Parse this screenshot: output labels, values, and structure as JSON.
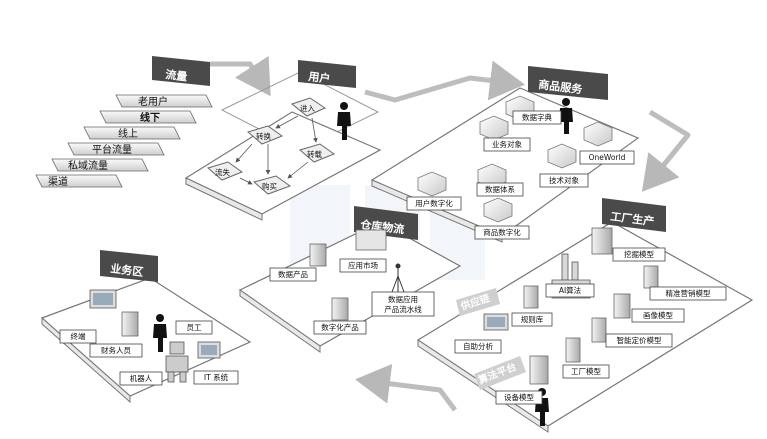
{
  "flow_block": {
    "header": "流量",
    "stripes": [
      "老用户",
      "线下",
      "线上",
      "平台流量",
      "私域流量",
      "渠道"
    ]
  },
  "user_block": {
    "header": "用户",
    "nodes": [
      "进入",
      "转换",
      "转载",
      "流失",
      "购买"
    ]
  },
  "goods_block": {
    "header": "商品服务",
    "items": [
      "数据字典",
      "业务对象",
      "OneWorld",
      "数据体系",
      "技术对象",
      "用户数字化",
      "商品数字化"
    ]
  },
  "factory_block": {
    "header": "工厂生产",
    "items": [
      "挖掘模型",
      "精准营销模型",
      "画像模型",
      "智能定价模型",
      "AI算法",
      "规则库",
      "自助分析",
      "工厂模型",
      "设备模型"
    ]
  },
  "warehouse_block": {
    "header": "仓库物流",
    "items": [
      "数据产品",
      "应用市场",
      "数据应用\n产品流水线",
      "数字化产品"
    ]
  },
  "business_block": {
    "header": "业务区",
    "items": [
      "终端",
      "员工",
      "财务人员",
      "机器人",
      "IT 系统"
    ]
  },
  "side_labels": {
    "supply_chain": "供应链",
    "algo_platform": "算法平台"
  },
  "colors": {
    "header_bg": "#4a4a4a",
    "line": "#b5b5b5",
    "node_fill": "#efefef"
  }
}
